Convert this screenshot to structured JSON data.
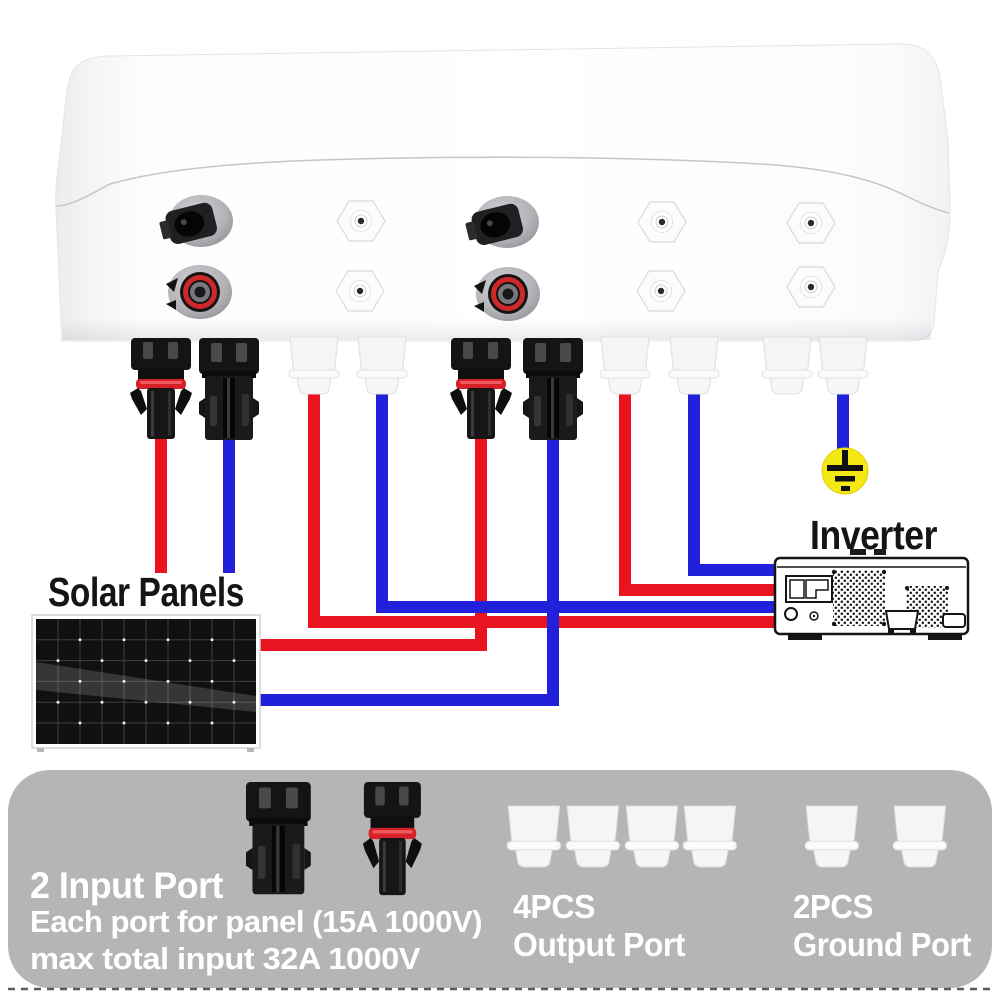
{
  "labels": {
    "solar_panels": "Solar Panels",
    "inverter": "Inverter"
  },
  "legend": {
    "input": {
      "title": "2 Input Port",
      "line1": "Each port for panel (15A 1000V)",
      "line2": "max total input 32A 1000V"
    },
    "output": {
      "count": "4PCS",
      "label": "Output Port"
    },
    "ground": {
      "count": "2PCS",
      "label": "Ground Port"
    }
  },
  "colors": {
    "wire_red": "#ea1420",
    "wire_blue": "#2121dc",
    "ground_yellow": "#f3e714",
    "legend_bg": "#b5b5b5",
    "legend_text": "#ffffff",
    "label_text": "#151515",
    "mc4_red_ring": "#d62128"
  },
  "icons": {
    "ground": "ground-symbol-icon"
  }
}
